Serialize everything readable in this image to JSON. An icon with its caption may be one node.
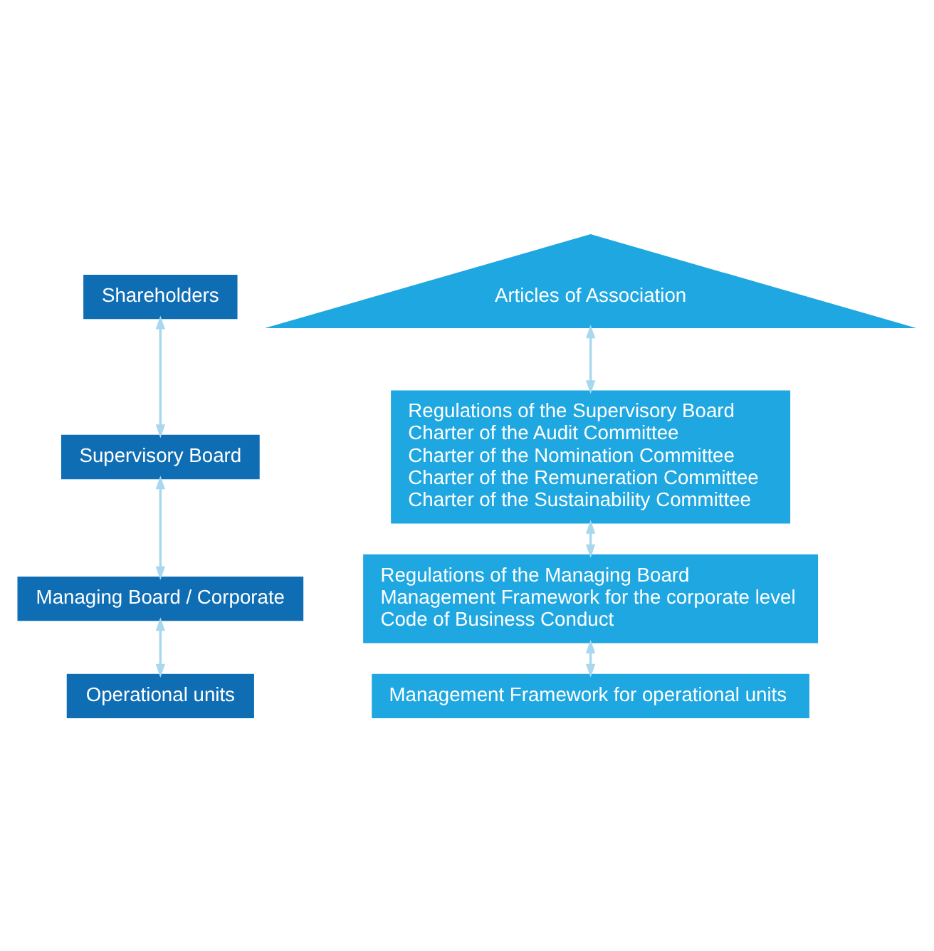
{
  "diagram": {
    "nodes": [
      {
        "text": [
          "Shareholders"
        ]
      },
      {
        "text": [
          "Articles of Association"
        ]
      },
      {
        "text": [
          "Supervisory Board"
        ]
      },
      {
        "text": [
          "Regulations of the Supervisory Board",
          "Charter of the Audit Committee",
          "Charter of the Nomination Committee",
          "Charter of the Remuneration Committee",
          "Charter of the Sustainability Committee"
        ]
      },
      {
        "text": [
          "Managing Board / Corporate"
        ]
      },
      {
        "text": [
          "Regulations of the Managing Board",
          "Management Framework for the corporate level",
          "Code of Business Conduct"
        ]
      },
      {
        "text": [
          "Operational units"
        ]
      },
      {
        "text": [
          "Management Framework for operational units"
        ]
      }
    ],
    "edges": [
      {
        "from": 0,
        "to": 2,
        "arrow": "both"
      },
      {
        "from": 1,
        "to": 3,
        "arrow": "both"
      },
      {
        "from": 2,
        "to": 4,
        "arrow": "both"
      },
      {
        "from": 3,
        "to": 5,
        "arrow": "both"
      },
      {
        "from": 4,
        "to": 6,
        "arrow": "both"
      },
      {
        "from": 5,
        "to": 7,
        "arrow": "both"
      }
    ]
  }
}
